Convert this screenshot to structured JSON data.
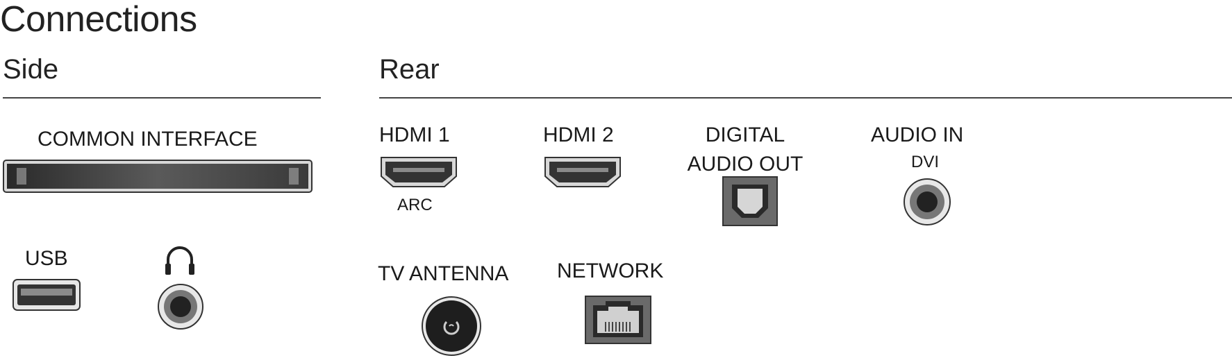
{
  "title": "Connections",
  "sections": {
    "side": "Side",
    "rear": "Rear"
  },
  "side": {
    "common_interface": "COMMON INTERFACE",
    "usb": "USB",
    "headphones_icon": "headphones-icon"
  },
  "rear": {
    "hdmi1": {
      "label": "HDMI 1",
      "sub": "ARC"
    },
    "hdmi2": {
      "label": "HDMI 2"
    },
    "digital_audio_out": {
      "line1": "DIGITAL",
      "line2": "AUDIO OUT"
    },
    "audio_in": {
      "label": "AUDIO IN",
      "sub": "DVI"
    },
    "tv_antenna": "TV ANTENNA",
    "network": "NETWORK"
  },
  "colors": {
    "port_dark": "#2a2a2a",
    "port_grey": "#8a8a8a",
    "line": "#444444"
  }
}
